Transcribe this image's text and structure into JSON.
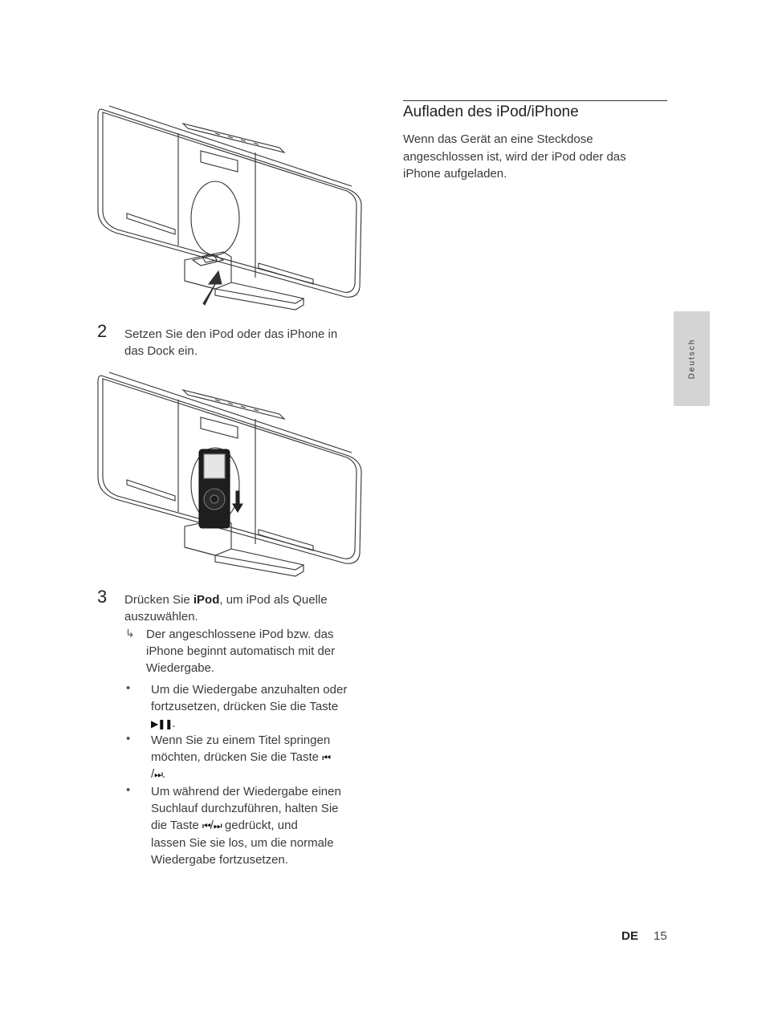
{
  "left_column": {
    "step2": {
      "number": "2",
      "line1": "Setzen Sie den iPod oder das iPhone in",
      "line2": "das Dock ein."
    },
    "step3": {
      "number": "3",
      "line1_pre": "Drücken Sie ",
      "line1_bold": "iPod",
      "line1_post": ", um iPod als Quelle",
      "line2": "auszuwählen.",
      "result_arrow": "↳",
      "result_lines": [
        "Der angeschlossene iPod bzw. das",
        "iPhone beginnt automatisch mit der",
        "Wiedergabe."
      ]
    },
    "bullets": [
      {
        "symbol": "•",
        "lines": [
          "Um die Wiedergabe anzuhalten oder",
          "fortzusetzen, drücken Sie die Taste"
        ],
        "tail_symbol": "▶❚❚",
        "tail_text": "."
      },
      {
        "symbol": "•",
        "line1": "Wenn Sie zu einem Titel springen",
        "line2_text": "möchten, drücken Sie die Taste ",
        "line2_symbol": "⏮",
        "line3_pre": "/",
        "line3_symbol": "⏭",
        "line3_post": "."
      },
      {
        "symbol": "•",
        "line1": "Um während der Wiedergabe einen",
        "line2": "Suchlauf durchzuführen, halten Sie",
        "line3_pre": "die Taste ",
        "line3_symbol1": "⏮",
        "line3_sep": "/",
        "line3_symbol2": "⏭",
        "line3_post": " gedrückt, und",
        "line4": "lassen Sie sie los, um die normale",
        "line5": "Wiedergabe fortzusetzen."
      }
    ]
  },
  "right_column": {
    "heading": "Aufladen des iPod/iPhone",
    "paragraph_lines": [
      "Wenn das Gerät an eine Steckdose",
      "angeschlossen ist, wird der iPod oder das",
      "iPhone aufgeladen."
    ]
  },
  "side_tab": {
    "label": "Deutsch",
    "color": "#d4d4d4"
  },
  "footer": {
    "lang": "DE",
    "page": "15"
  }
}
